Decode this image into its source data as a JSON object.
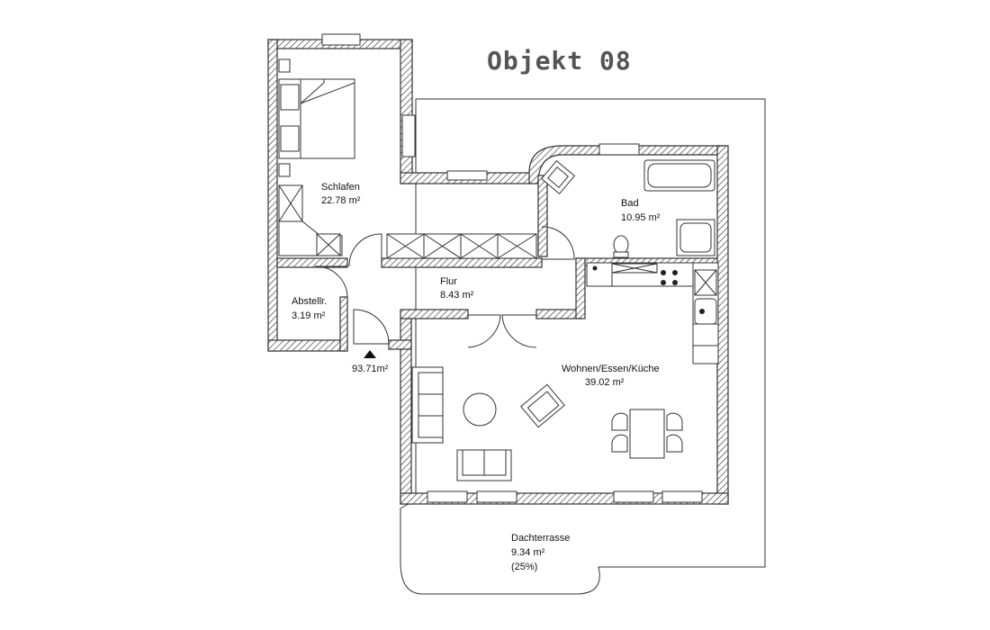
{
  "title": "Objekt 08",
  "rooms": {
    "schlafen": {
      "name": "Schlafen",
      "area": "22.78 m²"
    },
    "bad": {
      "name": "Bad",
      "area": "10.95 m²"
    },
    "flur": {
      "name": "Flur",
      "area": "8.43 m²"
    },
    "abstell": {
      "name": "Abstellr.",
      "area": "3.19 m²"
    },
    "wohnen": {
      "name": "Wohnen/Essen/Küche",
      "area": "39.02 m²"
    },
    "terrasse": {
      "name": "Dachterrasse",
      "area": "9.34 m²",
      "share": "(25%)"
    }
  },
  "total_area": "93.71m²"
}
